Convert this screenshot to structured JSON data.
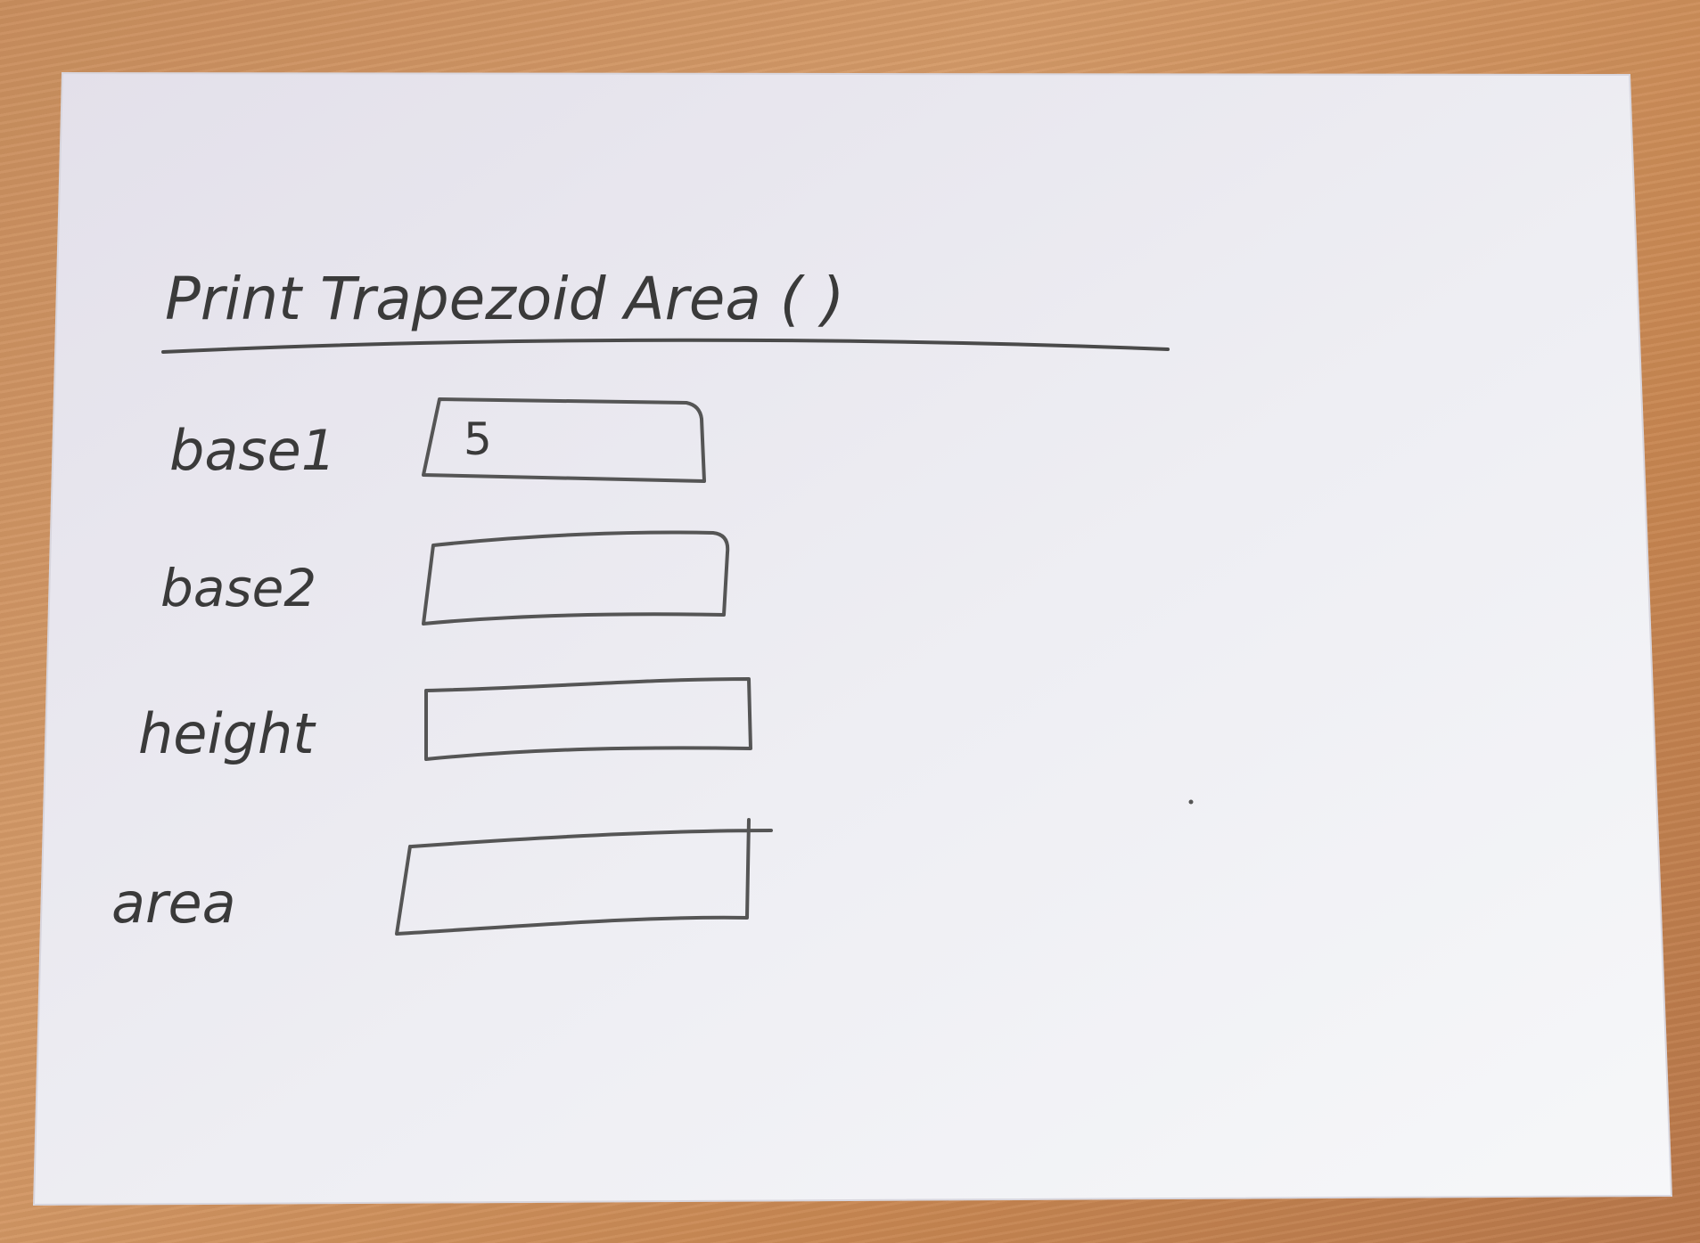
{
  "form": {
    "title": "Print Trapezoid Area ( )",
    "fields": [
      {
        "label": "base1",
        "value": "5"
      },
      {
        "label": "base2",
        "value": ""
      },
      {
        "label": "height",
        "value": ""
      },
      {
        "label": "area",
        "value": ""
      }
    ]
  },
  "colors": {
    "paper": "#ededf2",
    "ink": "#3a3a3a",
    "desk": "#c98e5e"
  }
}
